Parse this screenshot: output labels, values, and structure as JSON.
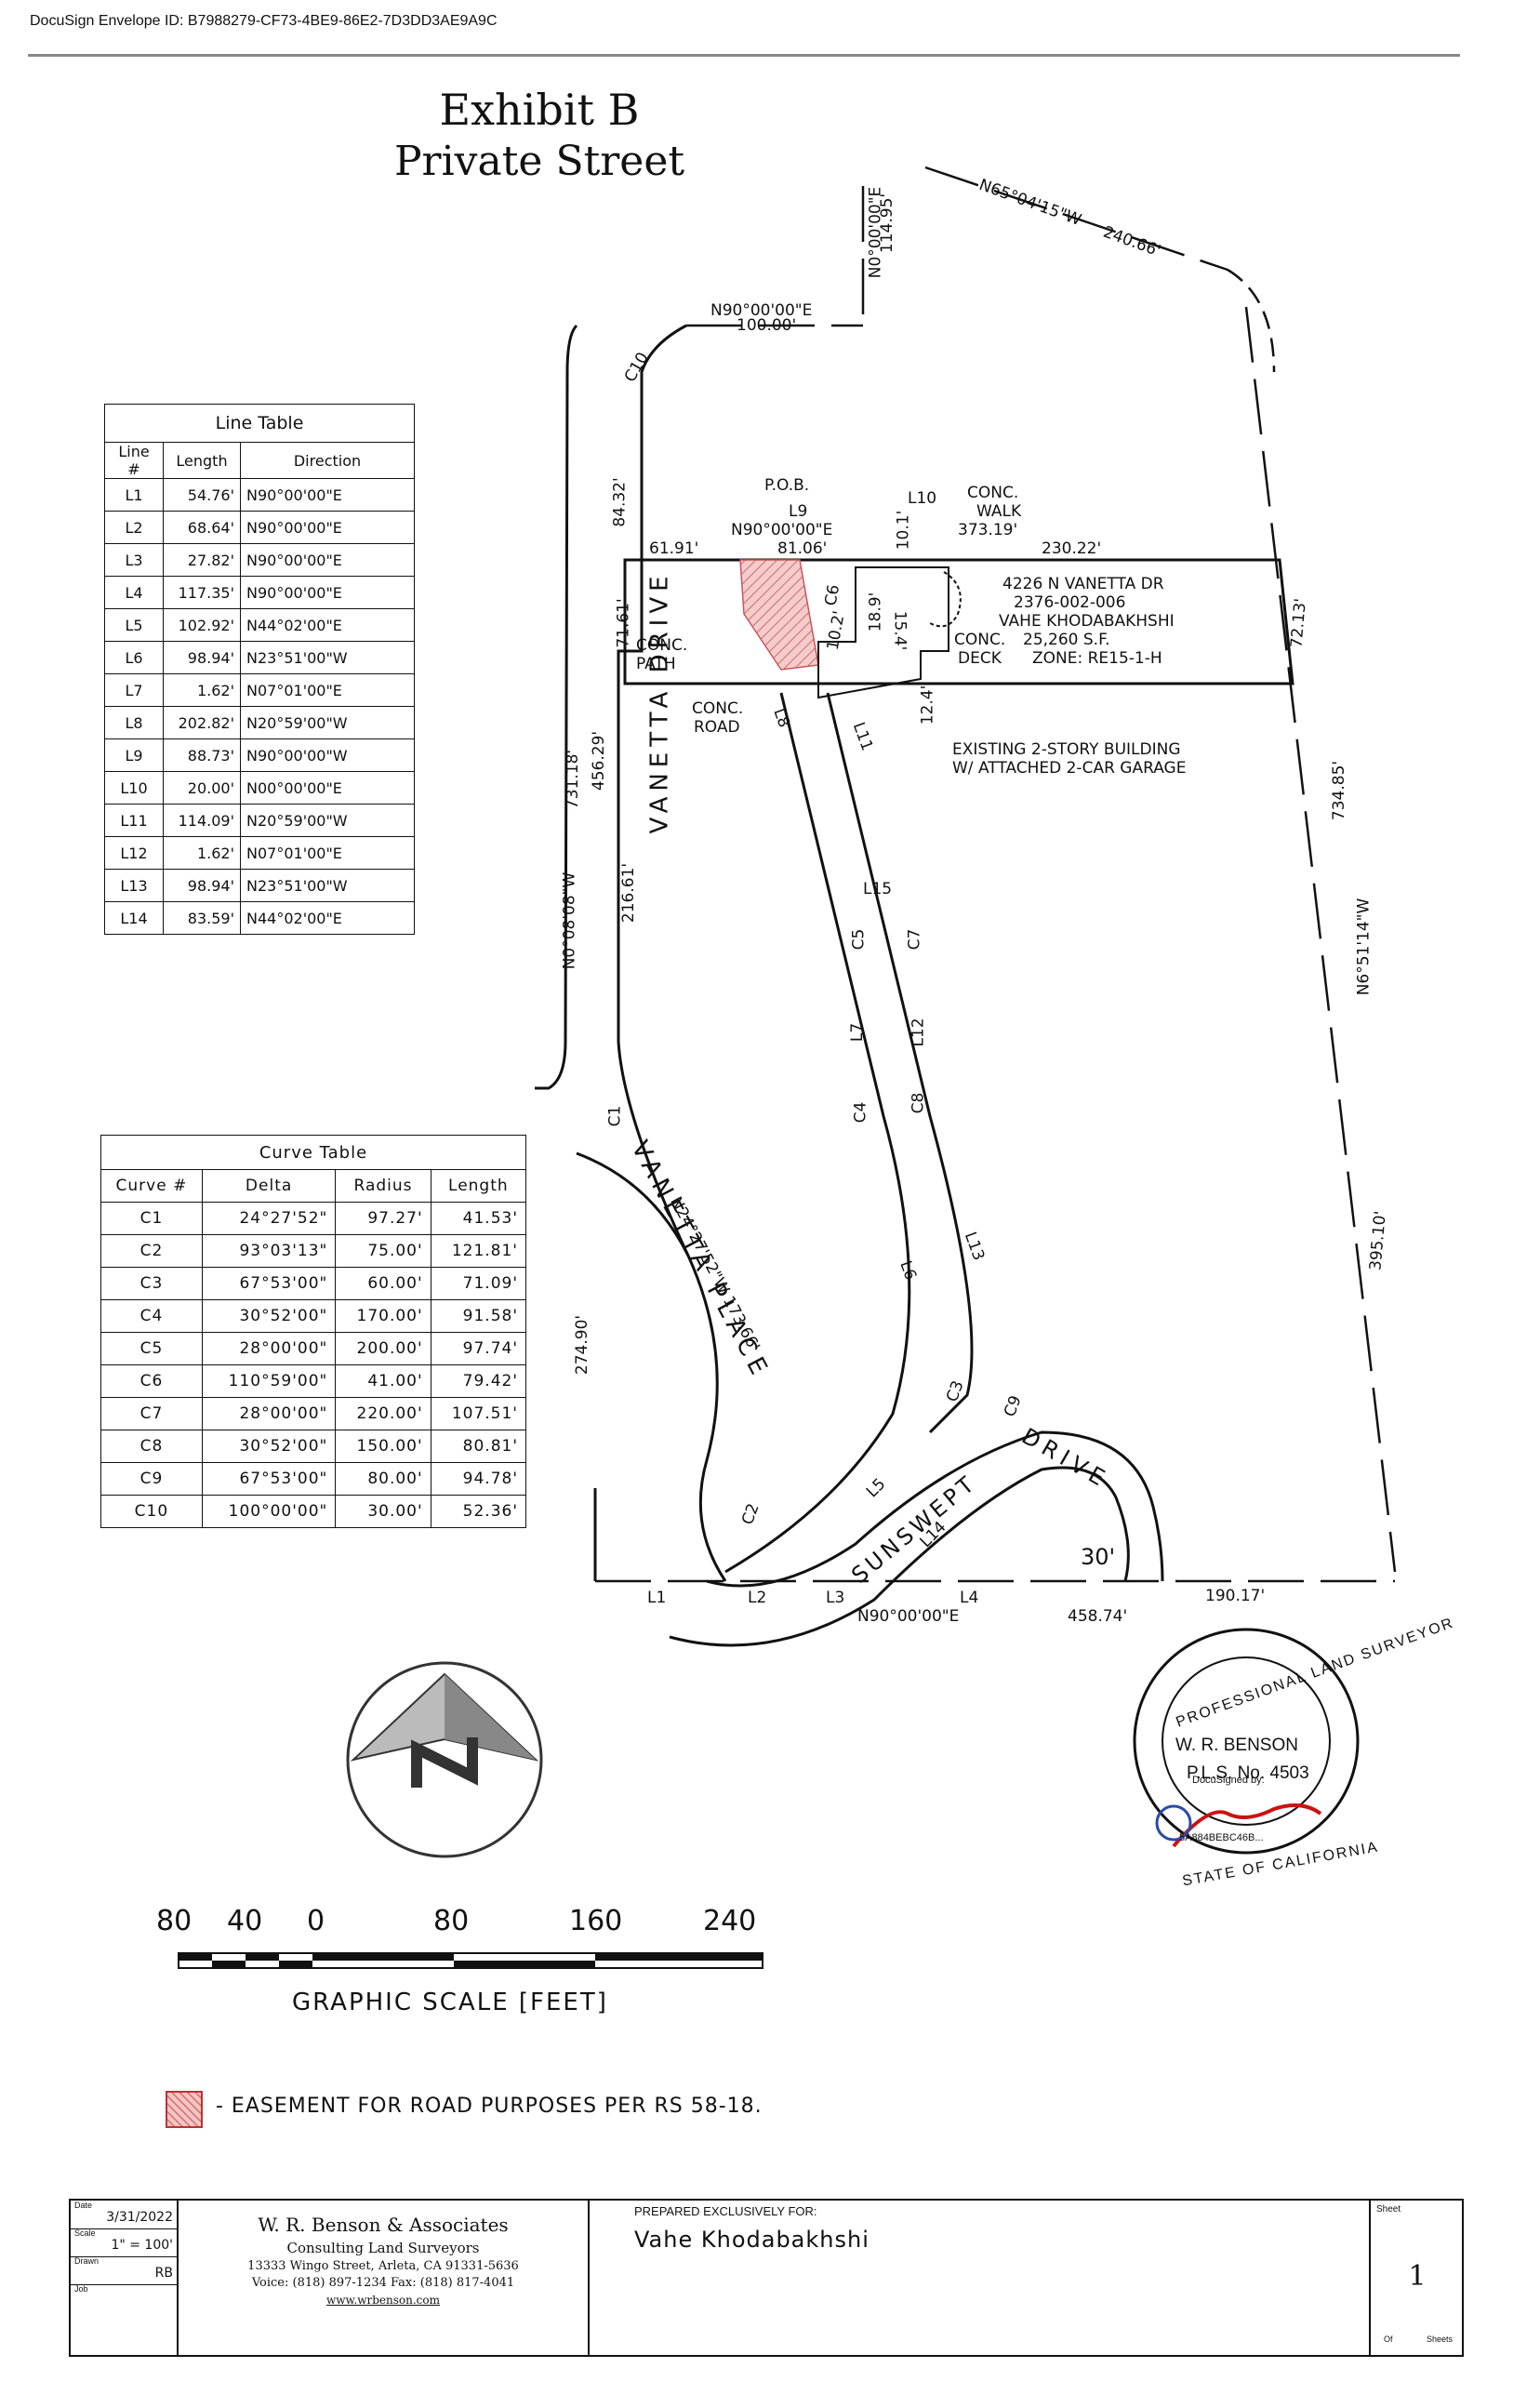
{
  "envelope_id": "DocuSign Envelope ID: B7988279-CF73-4BE9-86E2-7D3DD3AE9A9C",
  "title": {
    "line1": "Exhibit B",
    "line2": "Private Street"
  },
  "line_table": {
    "caption": "Line Table",
    "headers": [
      "Line #",
      "Length",
      "Direction"
    ],
    "rows": [
      [
        "L1",
        "54.76'",
        "N90°00'00\"E"
      ],
      [
        "L2",
        "68.64'",
        "N90°00'00\"E"
      ],
      [
        "L3",
        "27.82'",
        "N90°00'00\"E"
      ],
      [
        "L4",
        "117.35'",
        "N90°00'00\"E"
      ],
      [
        "L5",
        "102.92'",
        "N44°02'00\"E"
      ],
      [
        "L6",
        "98.94'",
        "N23°51'00\"W"
      ],
      [
        "L7",
        "1.62'",
        "N07°01'00\"E"
      ],
      [
        "L8",
        "202.82'",
        "N20°59'00\"W"
      ],
      [
        "L9",
        "88.73'",
        "N90°00'00\"W"
      ],
      [
        "L10",
        "20.00'",
        "N00°00'00\"E"
      ],
      [
        "L11",
        "114.09'",
        "N20°59'00\"W"
      ],
      [
        "L12",
        "1.62'",
        "N07°01'00\"E"
      ],
      [
        "L13",
        "98.94'",
        "N23°51'00\"W"
      ],
      [
        "L14",
        "83.59'",
        "N44°02'00\"E"
      ]
    ]
  },
  "curve_table": {
    "caption": "Curve Table",
    "headers": [
      "Curve #",
      "Delta",
      "Radius",
      "Length"
    ],
    "rows": [
      [
        "C1",
        "24°27'52\"",
        "97.27'",
        "41.53'"
      ],
      [
        "C2",
        "93°03'13\"",
        "75.00'",
        "121.81'"
      ],
      [
        "C3",
        "67°53'00\"",
        "60.00'",
        "71.09'"
      ],
      [
        "C4",
        "30°52'00\"",
        "170.00'",
        "91.58'"
      ],
      [
        "C5",
        "28°00'00\"",
        "200.00'",
        "97.74'"
      ],
      [
        "C6",
        "110°59'00\"",
        "41.00'",
        "79.42'"
      ],
      [
        "C7",
        "28°00'00\"",
        "220.00'",
        "107.51'"
      ],
      [
        "C8",
        "30°52'00\"",
        "150.00'",
        "80.81'"
      ],
      [
        "C9",
        "67°53'00\"",
        "80.00'",
        "94.78'"
      ],
      [
        "C10",
        "100°00'00\"",
        "30.00'",
        "52.36'"
      ]
    ]
  },
  "map_labels": {
    "n0_00": "N0°00'00\"E",
    "n0_00_dist": "114.95'",
    "n65": "N65°04'15\"W",
    "n65_dist": "240.66'",
    "n90_top": "N90°00'00\"E",
    "n90_top_dist": "100.00'",
    "c10": "C10",
    "d84": "84.32'",
    "pob": "P.O.B.",
    "l9": "L9",
    "n90_l9": "N90°00'00\"E",
    "d81": "81.06'",
    "l10": "L10",
    "d10": "10.1'",
    "walk": "CONC.",
    "walk2": "WALK",
    "walk_dist": "373.19'",
    "d61": "61.91'",
    "d230": "230.22'",
    "address": "4226 N VANETTA DR",
    "apn": "2376-002-006",
    "owner": "VAHE KHODABAKHSHI",
    "area": "25,260 S.F.",
    "zone": "ZONE: RE15-1-H",
    "conc_deck1": "CONC.",
    "conc_deck2": "DECK",
    "d72": "72.13'",
    "vanetta_drive": "VANETTA DRIVE",
    "d71": "71.61'",
    "conc_path1": "CONC.",
    "conc_path2": "PATH",
    "conc_road1": "CONC.",
    "conc_road2": "ROAD",
    "l8": "L8",
    "l11": "L11",
    "d124": "12.4'",
    "d189": "18.9'",
    "d102": "10.2'",
    "d154": "15.4'",
    "c6": "C6",
    "building1": "EXISTING 2-STORY BUILDING",
    "building2": "W/ ATTACHED 2-CAR GARAGE",
    "d731": "731.18'",
    "d456": "456.29'",
    "n0_08": "N0°08'08\"W",
    "d216": "216.61'",
    "l15": "L15",
    "c5": "C5",
    "c7": "C7",
    "l7": "L7",
    "l12": "L12",
    "c4": "C4",
    "c8": "C8",
    "d734": "734.85'",
    "n6": "N6°51'14\"W",
    "c1": "C1",
    "vanetta_place": "VANETTA PLACE",
    "n24": "N24°27'52\"W 173.66'",
    "l6": "L6",
    "l13": "L13",
    "d395": "395.10'",
    "d274": "274.90'",
    "c3": "C3",
    "c9": "C9",
    "drive": "DRIVE",
    "sunswept": "SUNSWEPT",
    "c2": "C2",
    "l5": "L5",
    "l14": "L14",
    "d30": "30'",
    "l1": "L1",
    "l2": "L2",
    "l3": "L3",
    "l4": "L4",
    "n90_bottom": "N90°00'00\"E",
    "d458": "458.74'",
    "d190": "190.17'"
  },
  "seal": {
    "top": "PROFESSIONAL LAND SURVEYOR",
    "bottom": "STATE OF CALIFORNIA",
    "name": "W. R. BENSON",
    "license": "P.L.S. No. 4503",
    "docusigned": "DocuSigned by:",
    "sig_id": "5A884BEBC46B..."
  },
  "scale": {
    "nums": [
      "80",
      "40",
      "0",
      "80",
      "160",
      "240"
    ],
    "label": "GRAPHIC SCALE [FEET]"
  },
  "legend_text": "- EASEMENT FOR ROAD PURPOSES PER RS 58-18.",
  "title_block": {
    "date_label": "Date",
    "date": "3/31/2022",
    "scale_label": "Scale",
    "scale": "1\" = 100'",
    "drawn_label": "Drawn",
    "drawn": "RB",
    "job_label": "Job",
    "job": "",
    "firm_name": "W. R. Benson & Associates",
    "firm_sub": "Consulting Land Surveyors",
    "firm_addr": "13333 Wingo Street, Arleta, CA 91331-5636",
    "firm_phone": "Voice: (818) 897-1234   Fax: (818) 817-4041",
    "firm_web": "www.wrbenson.com",
    "prepared_label": "PREPARED EXCLUSIVELY FOR:",
    "prepared_for": "Vahe Khodabakhshi",
    "sheet_label": "Sheet",
    "sheet_num": "1",
    "of_label": "Of",
    "sheets_label": "Sheets"
  },
  "colors": {
    "easement": "#d87a7a",
    "seal_red": "#cc1111",
    "seal_blue": "#2b4aa8"
  }
}
